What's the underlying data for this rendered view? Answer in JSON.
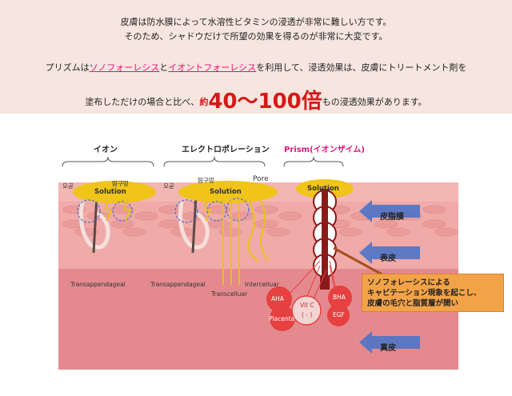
{
  "intro": {
    "line1": "皮膚は防水膜によって水溶性ビタミンの浸透が非常に難しい方です。",
    "line2": "そのため、シャドウだけで所望の効果を得るのが非常に大変です。",
    "line3_a": "プリズムは",
    "line3_link1": "ソノフォーレシス",
    "line3_b": "と",
    "line3_link2": "イオントフォーレシス",
    "line3_c": "を利用して、浸透効果は、皮膚にトリートメント剤を",
    "line4_a": "塗布しただけの場合と比べ、",
    "line4_yaku": "約",
    "line4_big": "40〜100倍",
    "line4_b": "もの浸透効果があります。"
  },
  "columns": {
    "ion": "イオン",
    "electro": "エレクトロポレーション",
    "prism": "Prism(イオンザイム)"
  },
  "diagram_labels": {
    "pore_kr_1": "모공",
    "sweat_kr_1": "땀구멍",
    "pore_kr_2": "모공",
    "sweat_kr_2": "땀구멍",
    "pore_en": "Pore",
    "solution_1": "Solution",
    "solution_2": "Solution",
    "solution_3": "Solution",
    "transappendageal_1": "Transappendageal",
    "transappendageal_2": "Transappendageal",
    "transcelluar": "Transcelluar",
    "intercelluar": "Intercelluar",
    "aha": "AHA",
    "placenta": "Placenta",
    "vitc": "Vit C",
    "vitc_sign": "( - )",
    "bha": "BHA",
    "egf": "EGF"
  },
  "layers": {
    "sebum": "皮脂膜",
    "epidermis": "表皮",
    "dermis": "真皮"
  },
  "callout": {
    "line1": "ソノフォレーシスによる",
    "line2": "キャビテーション現象を起こし、",
    "line3": "皮膚の毛穴と脂質層が開い"
  },
  "colors": {
    "header_bg": "#f6e6df",
    "accent_pink": "#e0157a",
    "accent_red": "#d81818",
    "skin_top": "#f1a6a6",
    "skin_dermis": "#e48a8f",
    "solution": "#f0c419",
    "arrow_blue": "#4d73c7",
    "callout": "#f3a347",
    "ball_red": "#e64040"
  }
}
